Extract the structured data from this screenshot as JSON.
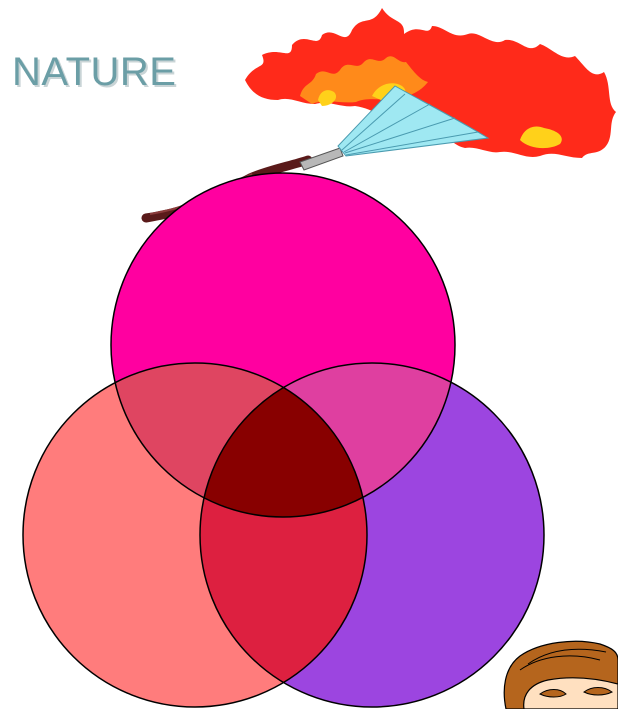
{
  "title": "NATURE",
  "venn": {
    "circles": [
      {
        "name": "top",
        "color": "#ff00a0"
      },
      {
        "name": "left",
        "color": "#ff7c7c"
      },
      {
        "name": "right",
        "color": "#9c45e0"
      }
    ],
    "overlap_colors": {
      "top_left": "#df4561",
      "top_right": "#df3fa0",
      "left_right": "#dd2040",
      "center": "#880000"
    }
  },
  "clipart": {
    "fire_hose": "fire-hose-spraying-flames",
    "character": "cartoon-face-partial"
  }
}
